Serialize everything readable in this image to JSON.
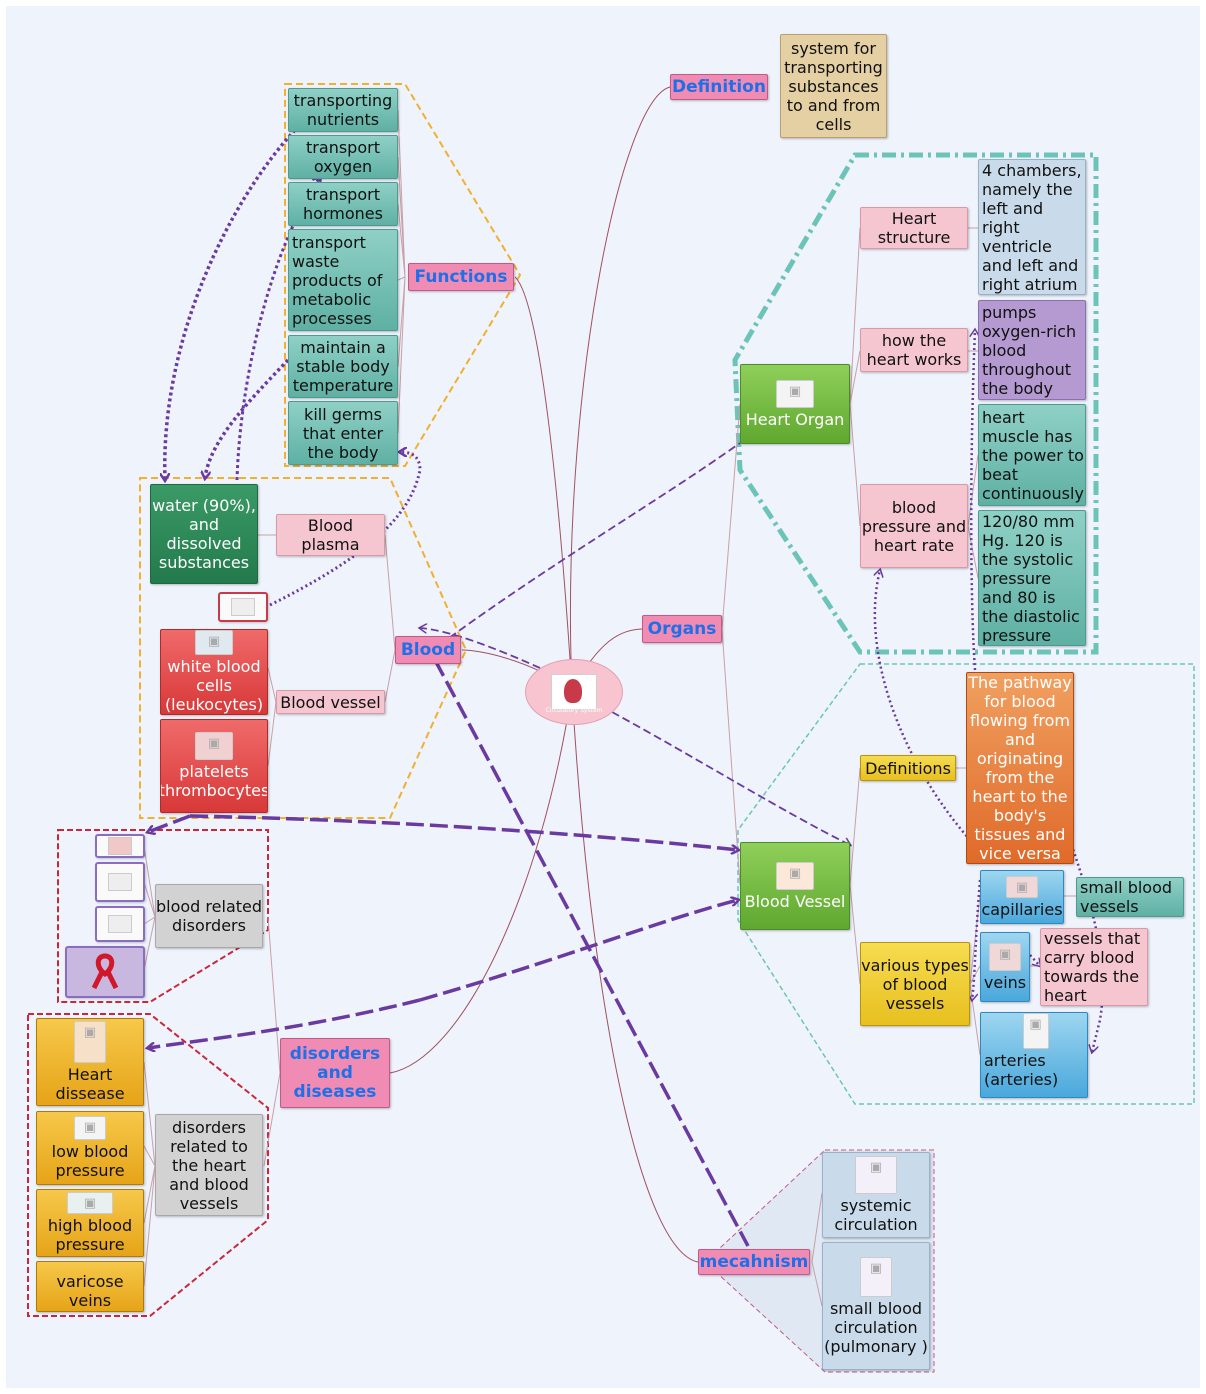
{
  "central": {
    "caption": "Circulatory System",
    "icon": "heart-diagram-icon"
  },
  "branches": {
    "definition": "Definition",
    "functions": "Functions",
    "organs": "Organs",
    "blood": "Blood",
    "disorders": "disorders and diseases",
    "mechanism": "mecahnism"
  },
  "definition_text": "system for transporting substances to and from cells",
  "functions": [
    "transporting nutrients",
    "transport oxygen",
    "transport hormones",
    "transport waste products of metabolic processes",
    "maintain a stable body temperature",
    "kill germs that enter the body"
  ],
  "blood": {
    "plasma": "Blood plasma",
    "water": "water (90%), and dissolved substances",
    "vessel": "Blood vessel",
    "white_cells": "white blood cells (leukocytes)",
    "platelets": "platelets (thrombocytes)"
  },
  "heart": {
    "organ": "Heart Organ",
    "structure": "Heart structure",
    "structure_text": "4 chambers, namely the left and right ventricle and left and right atrium",
    "works": "how the heart works",
    "works_text1": "pumps oxygen-rich blood throughout the body",
    "works_text2": "heart muscle has the power to beat continuously",
    "bp": "blood pressure and heart rate",
    "bp_text": "120/80 mm Hg. 120 is the systolic pressure and 80 is the diastolic pressure"
  },
  "vessel": {
    "organ": "Blood Vessel",
    "definitions": "Definitions",
    "definitions_text": "The pathway for blood flowing from and originating from the heart to the body's tissues and vice versa",
    "types": "various types of blood vessels",
    "capillaries": "capillaries",
    "capillaries_text": "small blood vessels",
    "veins": "veins",
    "veins_text": "vessels that carry blood towards the heart",
    "arteries": "arteries (arteries)"
  },
  "disorders": {
    "blood_related": "blood related disorders",
    "heart_related": "disorders related to the heart and blood vessels",
    "heart_items": [
      "Heart dissease",
      "low blood pressure",
      "high blood pressure",
      "varicose veins"
    ]
  },
  "mechanism": {
    "systemic": "systemic circulation",
    "pulmonary": "small blood circulation (pulmonary )"
  },
  "colors": {
    "hub": "#f08cb4",
    "hub_text": "#1f6fe8",
    "relationship": "#6a3aa0",
    "boundary_orange": "#f0b030",
    "boundary_teal": "#6cc4b8",
    "boundary_red": "#c8283a"
  }
}
